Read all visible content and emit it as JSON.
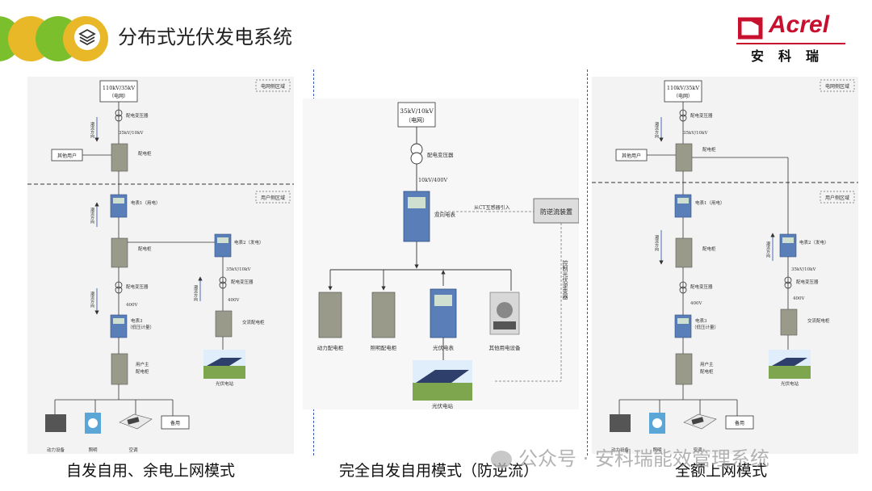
{
  "header": {
    "title": "分布式光伏发电系统",
    "logo_text": "Acrel",
    "logo_cn": "安科瑞",
    "colors": {
      "accent_yellow": "#e8b829",
      "accent_green": "#7cbf2d",
      "brand_red": "#c8102e"
    }
  },
  "diagrams": {
    "left": {
      "grid_source": "110kV/35kV",
      "grid_source_sub": "（电网）",
      "grid_zone": "电网侧区域",
      "user_zone": "用户侧区域",
      "transformer": "配电变压器",
      "voltage_1": "35kV/10kV",
      "flow_dir": "潮流方向",
      "other_users": "其他用户",
      "cabinet": "配电柜",
      "meter1": "电表1（用电）",
      "meter2": "电表2（发电）",
      "meter3": "电表3",
      "meter3_sub": "（低压计量）",
      "voltage_2": "35kV/10kV",
      "v400": "400V",
      "ac_cabinet": "交流配电柜",
      "main_cabinet": "用户主",
      "main_cabinet_sub": "配电柜",
      "pv_station": "光伏电站",
      "load_power": "动力设备",
      "load_light": "照明",
      "load_ac": "空调",
      "spare": "备用"
    },
    "middle": {
      "grid_source": "35kV/10kV",
      "grid_source_sub": "（电网）",
      "transformer": "配电变压器",
      "voltage": "10kV/400V",
      "meter": "双向电表",
      "ct_link": "从CT互感器引入",
      "anti_device": "防逆流装置",
      "control_label": "控制光伏逆变器",
      "power_cabinet": "动力配电柜",
      "light_cabinet": "照明配电柜",
      "pv_meter": "光伏电表",
      "other_equipment": "其他用电设备",
      "pv_station": "光伏电站"
    },
    "right": {
      "grid_source": "110kV/35kV",
      "grid_source_sub": "（电网）",
      "grid_zone": "电网侧区域",
      "user_zone": "用户侧区域",
      "transformer": "配电变压器",
      "voltage_1": "35kV/10kV",
      "flow_dir": "潮流方向",
      "other_users": "其他用户",
      "cabinet": "配电柜",
      "meter1": "电表1（用电）",
      "meter2": "电表2（发电）",
      "voltage_2": "35kV/10kV",
      "v400": "400V",
      "ac_cabinet": "交流配电柜",
      "meter3": "电表3",
      "meter3_sub": "（低压计量）",
      "main_cabinet": "用户主",
      "main_cabinet_sub": "配电柜",
      "pv_station": "光伏电站",
      "load_power": "动力设备",
      "load_light": "照明",
      "load_ac": "空调",
      "spare": "备用"
    }
  },
  "captions": {
    "left": "自发自用、余电上网模式",
    "middle": "完全自发自用模式（防逆流）",
    "right": "全额上网模式"
  },
  "watermark": "公众号 · 安科瑞能效管理系统"
}
